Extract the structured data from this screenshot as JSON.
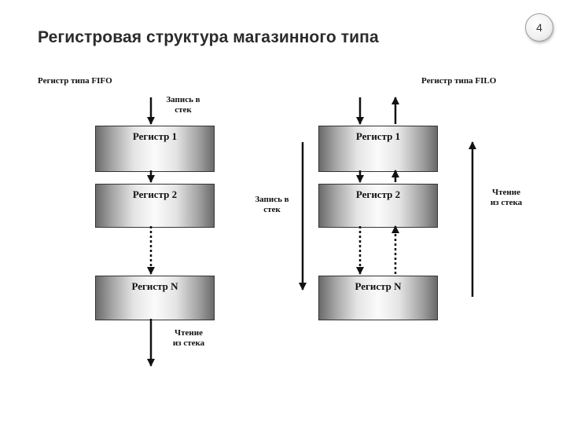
{
  "title": "Регистровая структура магазинного типа",
  "page_number": "4",
  "fifo": {
    "heading": "Регистр типа  FIFO",
    "write_label": [
      "Запись в",
      "стек"
    ],
    "read_label": [
      "Чтение",
      "из стека"
    ],
    "registers": [
      "Регистр 1",
      "Регистр 2",
      "Регистр N"
    ]
  },
  "filo": {
    "heading": "Регистр типа  FILO",
    "write_label": [
      "Запись в",
      "стек"
    ],
    "read_label": [
      "Чтение",
      "из стека"
    ],
    "registers": [
      "Регистр 1",
      "Регистр 2",
      "Регистр N"
    ]
  },
  "colors": {
    "arrow": "#111111",
    "box_border": "#333333",
    "title": "#2b2b2b"
  }
}
